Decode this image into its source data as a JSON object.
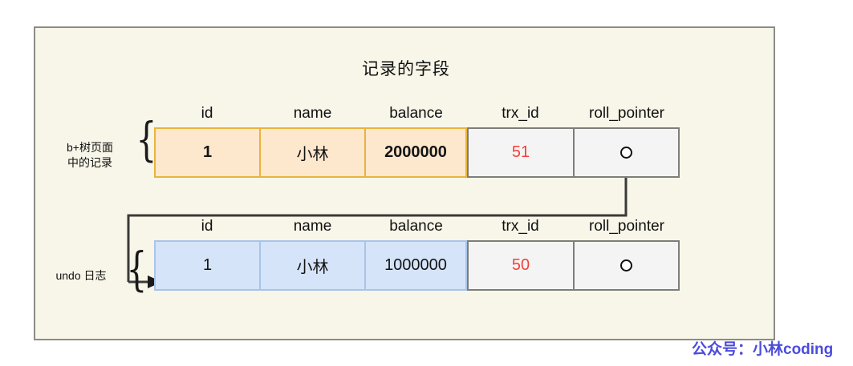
{
  "diagram": {
    "title": "记录的字段",
    "columns": [
      "id",
      "name",
      "balance",
      "trx_id",
      "roll_pointer"
    ],
    "rows": [
      {
        "name": "btree-page-record",
        "side_label_lines": [
          "b+树页面",
          "中的记录"
        ],
        "style": "orange",
        "cells": {
          "id": "1",
          "name": "小林",
          "balance": "2000000",
          "trx_id": "51",
          "roll_pointer": "pointer-dot-icon"
        }
      },
      {
        "name": "undo-log-record",
        "side_label_lines": [
          "undo 日志"
        ],
        "style": "blue",
        "cells": {
          "id": "1",
          "name": "小林",
          "balance": "1000000",
          "trx_id": "50",
          "roll_pointer": "pointer-dot-icon"
        }
      }
    ],
    "connector": {
      "name": "roll-pointer-connector",
      "from": "btree-page-record.roll_pointer",
      "to": "undo-log-record"
    }
  },
  "colors": {
    "frame_background": "#f8f6e9",
    "frame_border": "#8b8b84",
    "orange_fill": "#fde7cd",
    "orange_border": "#e8b43c",
    "blue_fill": "#d6e4f9",
    "blue_border": "#a8c4ea",
    "plain_fill": "#f4f4f4",
    "plain_border": "#7d7d7a",
    "trx_id_text": "#f4403a",
    "watermark_text": "#4b4bdd"
  },
  "watermark": {
    "text": "公众号：小林coding"
  }
}
